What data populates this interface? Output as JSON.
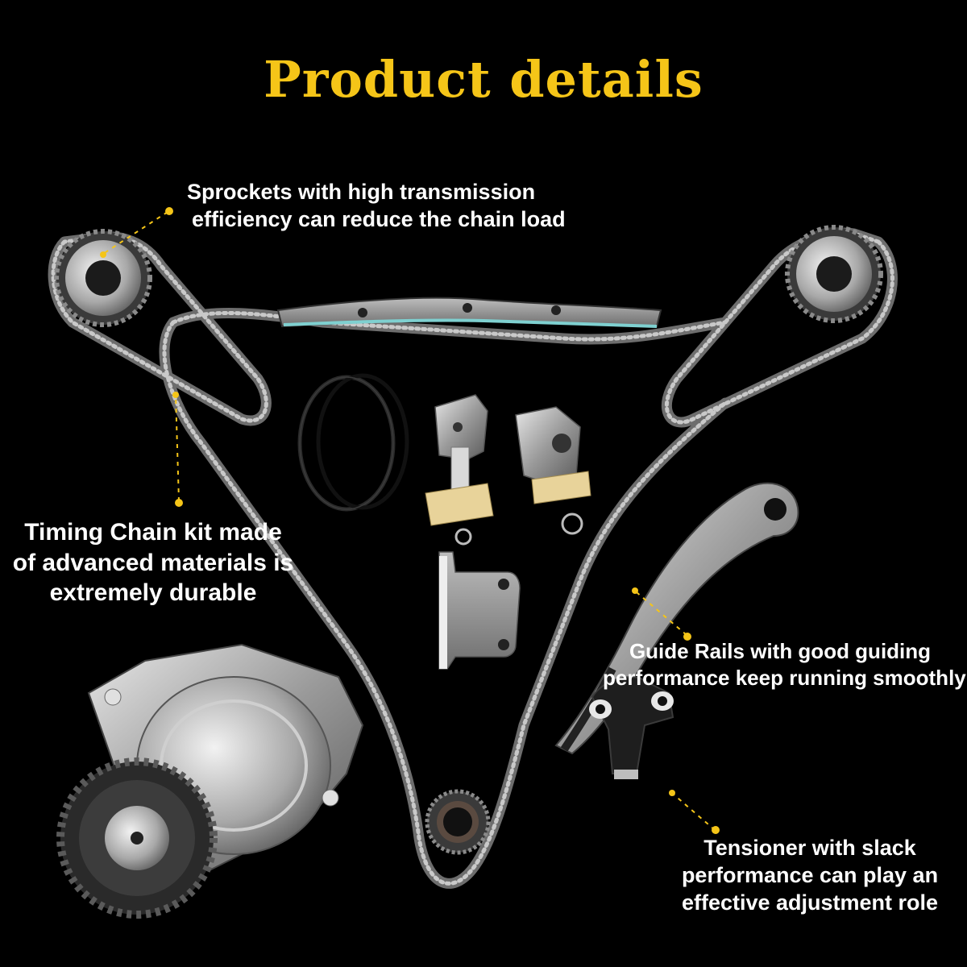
{
  "page": {
    "title": "Product details",
    "accent_color": "#f5c518",
    "background_color": "#000000"
  },
  "callouts": [
    {
      "id": "sprockets",
      "lines": [
        "Sprockets with high transmission",
        "efficiency can reduce the chain load"
      ]
    },
    {
      "id": "timing-chain",
      "lines": [
        "Timing Chain kit made",
        "of advanced materials is",
        "extremely durable"
      ]
    },
    {
      "id": "guide-rails",
      "lines": [
        "Guide Rails with good guiding",
        "performance keep running smoothly"
      ]
    },
    {
      "id": "tensioner",
      "lines": [
        "Tensioner with slack",
        "performance can play an",
        "effective adjustment role"
      ]
    }
  ],
  "parts": [
    "left-cam-sprocket-icon",
    "right-cam-sprocket-icon",
    "timing-chain-icon",
    "upper-guide-rail-icon",
    "o-ring-icon",
    "tensioner-left-icon",
    "tensioner-right-icon",
    "guide-plate-icon",
    "curved-guide-rail-icon",
    "crank-sprocket-icon",
    "water-pump-icon",
    "lower-tensioner-icon"
  ]
}
